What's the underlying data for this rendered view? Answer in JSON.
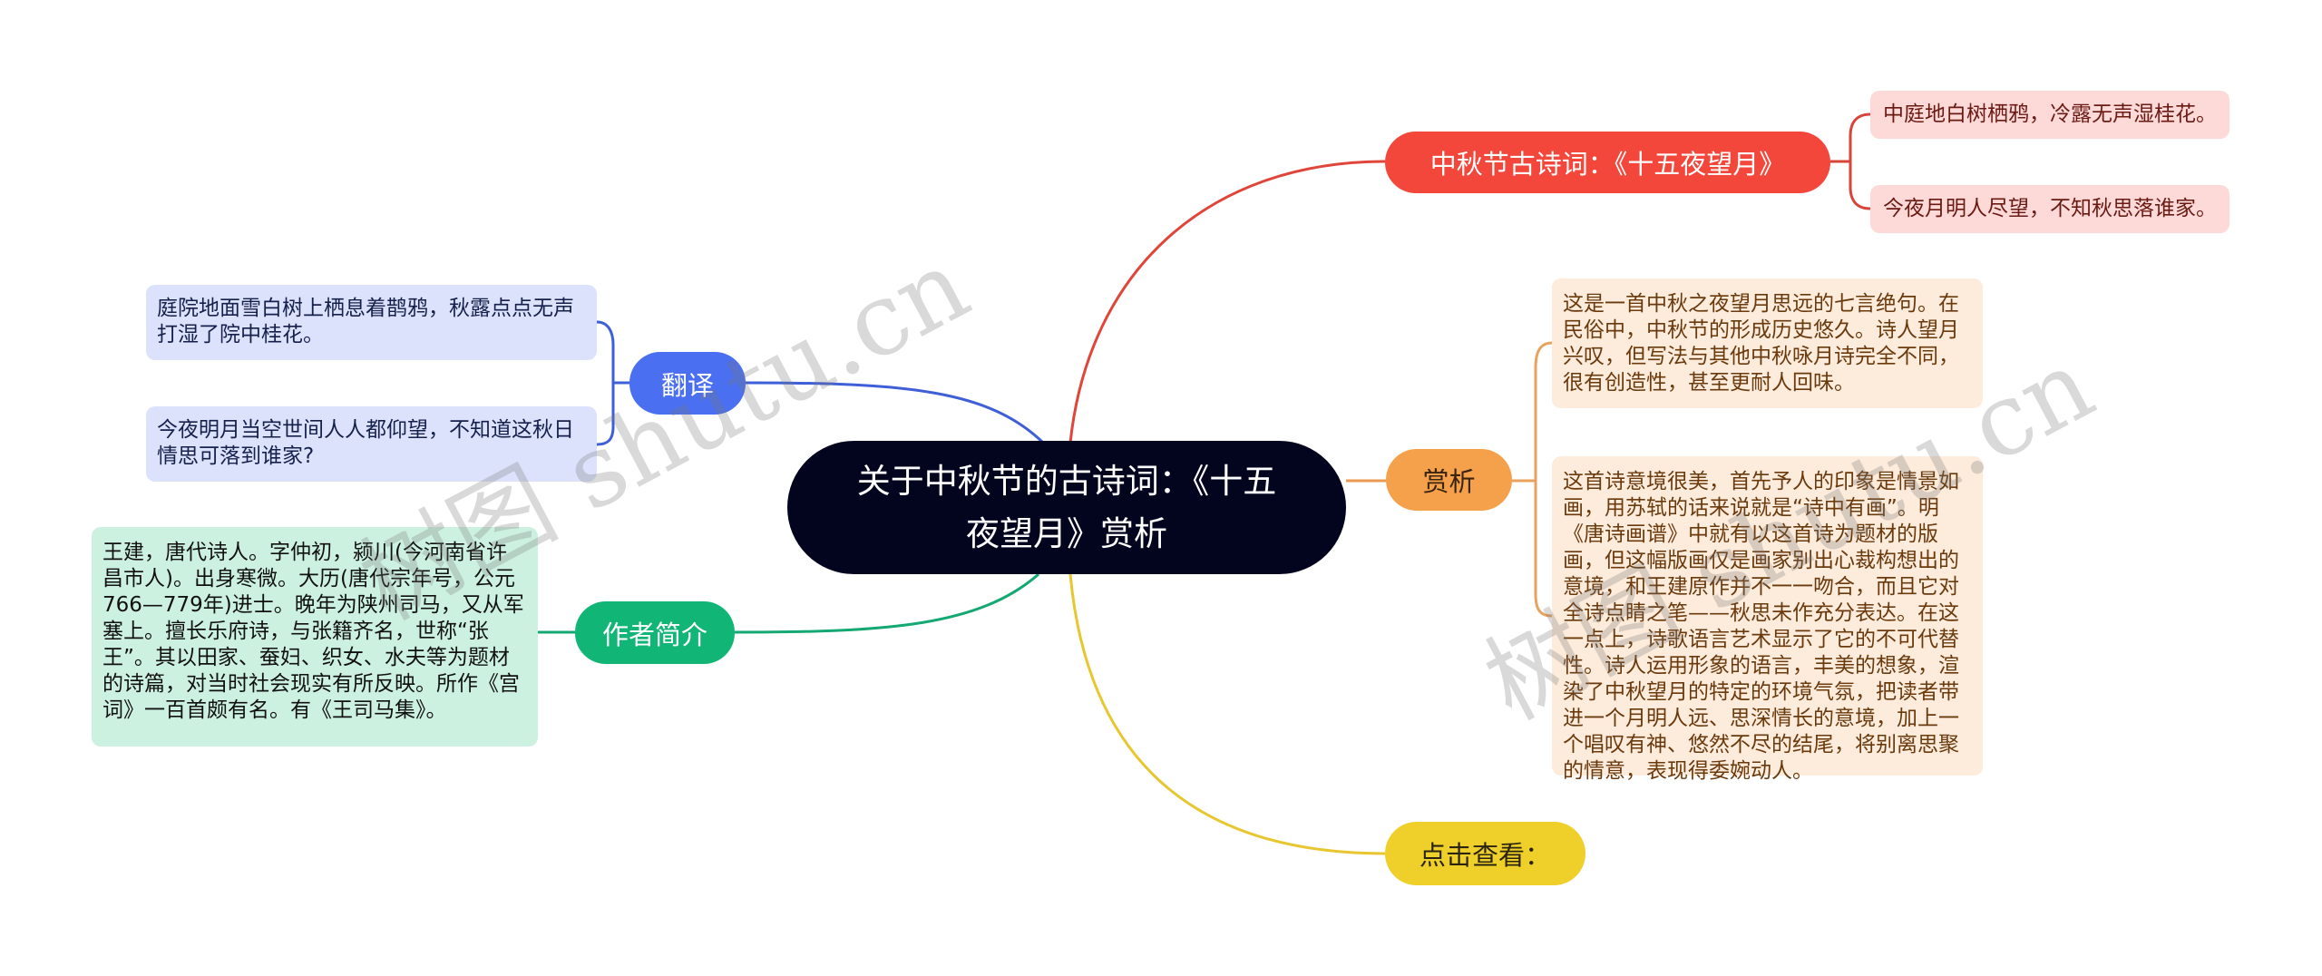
{
  "colors": {
    "root": "#03051f",
    "red": "#f2473a",
    "orange": "#f5a04a",
    "yellow": "#efcf2a",
    "blue": "#4a6ff0",
    "green": "#11b677"
  },
  "root": {
    "label": "关于中秋节的古诗词：《十五夜望月》赏析"
  },
  "branches": {
    "poem": {
      "label": "中秋节古诗词：《十五夜望月》",
      "children": [
        "中庭地白树栖鸦，冷露无声湿桂花。",
        "今夜月明人尽望，不知秋思落谁家。"
      ]
    },
    "analysis": {
      "label": "赏析",
      "children": [
        "这是一首中秋之夜望月思远的七言绝句。在民俗中，中秋节的形成历史悠久。诗人望月兴叹，但写法与其他中秋咏月诗完全不同，很有创造性，甚至更耐人回味。",
        "这首诗意境很美，首先予人的印象是情景如画，用苏轼的话来说就是“诗中有画”。明《唐诗画谱》中就有以这首诗为题材的版画，但这幅版画仅是画家别出心裁构想出的意境，和王建原作并不一一吻合，而且它对全诗点睛之笔——秋思未作充分表达。在这一点上，诗歌语言艺术显示了它的不可代替性。诗人运用形象的语言，丰美的想象，渲染了中秋望月的特定的环境气氛，把读者带进一个月明人远、思深情长的意境，加上一个唱叹有神、悠然不尽的结尾，将别离思聚的情意，表现得委婉动人。"
      ]
    },
    "more": {
      "label": "点击查看："
    },
    "translation": {
      "label": "翻译",
      "children": [
        "庭院地面雪白树上栖息着鹊鸦，秋露点点无声打湿了院中桂花。",
        "今夜明月当空世间人人都仰望，不知道这秋日情思可落到谁家?"
      ]
    },
    "author": {
      "label": "作者简介",
      "children": [
        "王建，唐代诗人。字仲初，颍川(今河南省许昌市人)。出身寒微。大历(唐代宗年号，公元766—779年)进士。晚年为陕州司马，又从军塞上。擅长乐府诗，与张籍齐名，世称“张王”。其以田家、蚕妇、织女、水夫等为题材的诗篇，对当时社会现实有所反映。所作《宫词》一百首颇有名。有《王司马集》。"
      ]
    }
  },
  "watermarks": [
    "树图 shutu.cn",
    "树图 shutu.cn"
  ]
}
